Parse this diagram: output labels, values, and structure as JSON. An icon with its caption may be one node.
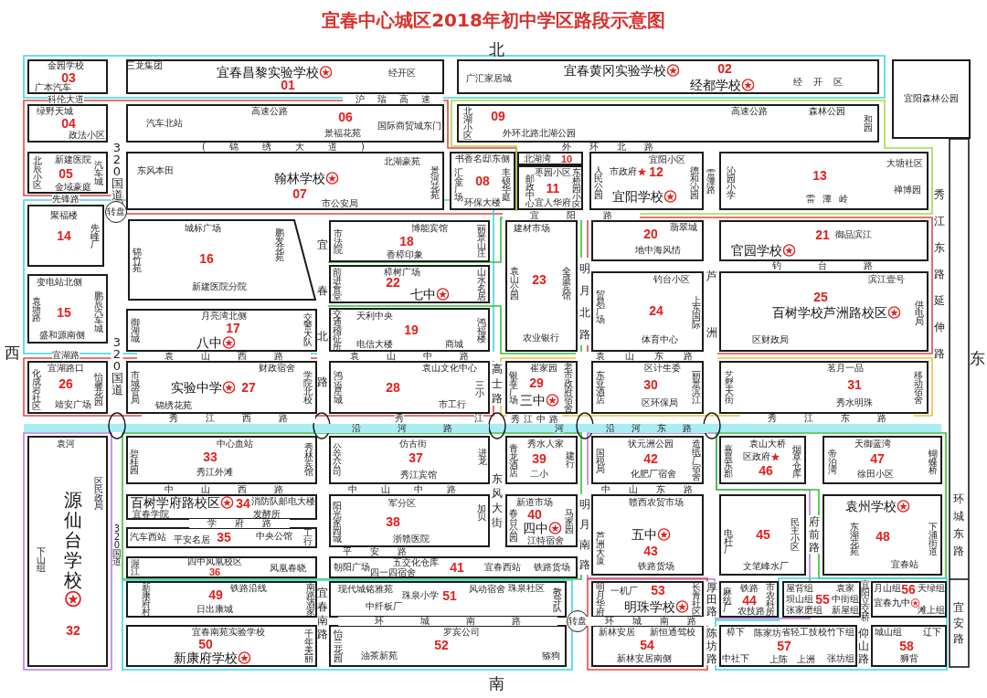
{
  "diagram": {
    "title": "宜春中心城区2018年初中学区路段示意图",
    "nodes": [
      {
        "text": [
          "金园学校",
          "03",
          "广本汽车"
        ]
      },
      {
        "text": [
          "三龙集团",
          "宜春昌黎实验学校",
          "01",
          "经开区"
        ]
      },
      {
        "text": [
          "广汇家居城",
          "宜春黄冈实验学校",
          "02",
          "经都学校",
          "经开区"
        ]
      },
      {
        "text": [
          "宜阳森林公园"
        ]
      },
      {
        "text": [
          "绿野天城",
          "04",
          "政法小区"
        ]
      },
      {
        "text": [
          "汽车北站",
          "高速公路",
          "06",
          "景福花苑",
          "国际商贸城东门"
        ]
      },
      {
        "text": [
          "北湖小区",
          "09",
          "外环北路北湖公园",
          "高速公路",
          "森林公园",
          "和园"
        ]
      },
      {
        "text": [
          "北辰小区",
          "新建医院",
          "05",
          "金域豪庭",
          "汽车城"
        ]
      },
      {
        "text": [
          "东风本田",
          "北湖豪苑",
          "翰林学校",
          "07",
          "市公安局",
          "景河花苑"
        ]
      },
      {
        "text": [
          "书香名邸东侧",
          "汇金广场",
          "08",
          "丰硕华庭",
          "环保大楼"
        ]
      },
      {
        "text": [
          "北湖湾",
          "10"
        ]
      },
      {
        "text": [
          "枣园小区",
          "邮政中心",
          "11",
          "宜人华府",
          "东桥园小区"
        ]
      },
      {
        "text": [
          "宜阳小区",
          "人民公园",
          "市政府",
          "12",
          "宜阳学校",
          "德和沁园"
        ]
      },
      {
        "text": [
          "沁园小学",
          "13",
          "雷潭岭",
          "大塘社区",
          "禅博园"
        ]
      },
      {
        "text": [
          "转盘"
        ]
      },
      {
        "text": [
          "聚福楼",
          "14",
          "先峰厂"
        ]
      },
      {
        "text": [
          "城标广场",
          "锦竹苑",
          "16",
          "新建医院分院",
          "鹏发花苑"
        ]
      },
      {
        "text": [
          "市法院",
          "博能宾馆",
          "18",
          "香樟印象",
          "丽景山庄"
        ]
      },
      {
        "text": [
          "建材市场",
          "袁山公园",
          "23",
          "全盛宾馆",
          "农业银行"
        ]
      },
      {
        "text": [
          "20",
          "翡翠城",
          "地中海风情"
        ]
      },
      {
        "text": [
          "21",
          "御品滨江",
          "官园学校"
        ]
      },
      {
        "text": [
          "前进食堂",
          "樟树广场",
          "22",
          "七中",
          "山水名居"
        ]
      },
      {
        "text": [
          "钓台小区",
          "贸易广场",
          "24",
          "上东国际",
          "体育中心"
        ]
      },
      {
        "text": [
          "滨江壹号",
          "25",
          "百树学校芦洲路校区",
          "供电局",
          "区财政局"
        ]
      },
      {
        "text": [
          "变电站北侧",
          "袁塘路",
          "15",
          "鹏辰汽车城",
          "盛和源南侧"
        ]
      },
      {
        "text": [
          "月亮湾北侧",
          "御湖城",
          "17",
          "八中",
          "交警大队"
        ]
      },
      {
        "text": [
          "天利中央",
          "交通稽征所",
          "19",
          "电信大楼",
          "商城",
          "鸿福楼"
        ]
      },
      {
        "text": [
          "宜湖路口",
          "化成岩社区",
          "26",
          "靖安广场",
          "怡馨花园"
        ]
      },
      {
        "text": [
          "财政宿舍",
          "市城管局",
          "实验中学",
          "27",
          "锦绣花苑",
          "学院北校"
        ]
      },
      {
        "text": [
          "袁山文化中心",
          "鸿运星城",
          "28",
          "三小",
          "市工行"
        ]
      },
      {
        "text": [
          "崔家园",
          "银泰广场",
          "29",
          "三中",
          "老市政府宿舍"
        ]
      },
      {
        "text": [
          "区计生委",
          "东亚酒店",
          "30",
          "区环保局",
          "丽景滨江"
        ]
      },
      {
        "text": [
          "茗月一品",
          "艺墅天街",
          "31",
          "秀水明珠",
          "移动宿舍"
        ]
      },
      {
        "text": [
          "袁河",
          "区民政局",
          "源仙台学校",
          "32",
          "下山组"
        ]
      },
      {
        "text": [
          "中心血站",
          "碧桂园",
          "33",
          "秀江外滩",
          "秀林宾馆"
        ]
      },
      {
        "text": [
          "仿古街",
          "公交公司",
          "37",
          "秀江宾馆",
          "进龙"
        ]
      },
      {
        "text": [
          "秀水人家",
          "青龙酒店",
          "39",
          "二小",
          "建行"
        ]
      },
      {
        "text": [
          "状元洲公园",
          "国税局",
          "42",
          "化肥厂宿舍",
          "造纸厂宿舍"
        ]
      },
      {
        "text": [
          "袁山大桥",
          "嘉晨东郡",
          "区政府",
          "46",
          "烟草仓库"
        ]
      },
      {
        "text": [
          "天御蓝湾",
          "帝泊湾",
          "47",
          "徐田小区",
          "蝴蝶桥"
        ]
      },
      {
        "text": [
          "百树学府路校区",
          "34",
          "消防队",
          "邮电大楼",
          "宜春学院",
          "发酵所"
        ]
      },
      {
        "text": [
          "军分区",
          "阳光家园城",
          "38",
          "浙赣医院",
          "加贝"
        ]
      },
      {
        "text": [
          "新道市场",
          "春台公园",
          "40",
          "四中",
          "江特宿舍",
          "马家园"
        ]
      },
      {
        "text": [
          "赣西农贸市场",
          "芦洲大厦",
          "五中",
          "43",
          "铁路货场"
        ]
      },
      {
        "text": [
          "电杆厂",
          "45",
          "民主小区",
          "文笔峰水厂"
        ]
      },
      {
        "text": [
          "袁州学校",
          "东湖花苑",
          "48",
          "下浦街道",
          "宜春站"
        ]
      },
      {
        "text": [
          "汽车西站",
          "平安名居",
          "35",
          "中央公馆",
          "工行"
        ]
      },
      {
        "text": [
          "渥江",
          "四中凤凰校区",
          "36",
          "凤凰春晓"
        ]
      },
      {
        "text": [
          "朝阳广场",
          "五交化仓库",
          "四一四宿舍",
          "41",
          "宜春西站",
          "铁路货场"
        ]
      },
      {
        "text": [
          "新康府村",
          "铁路沿线",
          "49",
          "日出康城",
          "南路酒家"
        ]
      },
      {
        "text": [
          "现代城铭雅苑",
          "珠泉小学",
          "51",
          "风动宿舍",
          "珠泉社区",
          "中纤板厂",
          "教导队"
        ]
      },
      {
        "text": [
          "转盘"
        ]
      },
      {
        "text": [
          "明月华府",
          "一机厂",
          "53",
          "明珠学校",
          "长青社区"
        ]
      },
      {
        "text": [
          "麻纺厂",
          "铁路",
          "44",
          "农技路",
          "市农科所"
        ]
      },
      {
        "text": [
          "屋背组",
          "袁家",
          "坝山组",
          "55",
          "中街组",
          "张家磨组",
          "新屋组"
        ]
      },
      {
        "text": [
          "月山组",
          "56",
          "天绿组",
          "宜春九中",
          "滩上组"
        ]
      },
      {
        "text": [
          "宜春南苑实验学校",
          "50",
          "新康府学校",
          "千年美丽"
        ]
      },
      {
        "text": [
          "罗宾公司",
          "怡兰花园",
          "52",
          "油茶新苑",
          "猕狗"
        ]
      },
      {
        "text": [
          "新林安居",
          "新恒通驾校",
          "54",
          "新林安居南侧"
        ]
      },
      {
        "text": [
          "樟下",
          "陈家坊",
          "省轻工技校",
          "竹下组",
          "57",
          "中社下",
          "上陈",
          "上洲",
          "张坊组"
        ]
      },
      {
        "text": [
          "城山组",
          "辽下",
          "58",
          "狮背"
        ]
      }
    ],
    "labels": [
      "北",
      "科伦大道",
      "沪瑞高速",
      "先锋路",
      "320国道",
      "(锦绣大道)",
      "宜阳路",
      "外环北路",
      "雷潭路",
      "宜春北路",
      "明月北路",
      "芦洲",
      "钓台路",
      "秀江东路延伸路",
      "西",
      "宜湖路",
      "320国道",
      "袁山西路",
      "袁山中路",
      "高士路",
      "袁山东路",
      "东",
      "秀江西路",
      "秀",
      "沿河路",
      "江",
      "秀江中路",
      "河",
      "沿河东路",
      "秀江东路",
      "中山西路",
      "中山中路",
      "东风大街",
      "中山东路",
      "320国道",
      "学府路",
      "平安路",
      "明月南路",
      "府前路",
      "环城东路",
      "宜春南路",
      "环城南路",
      "环城南路",
      "厚田路",
      "陈坊路",
      "仰山路",
      "宜阳立交桥",
      "宜安路",
      "南"
    ]
  }
}
